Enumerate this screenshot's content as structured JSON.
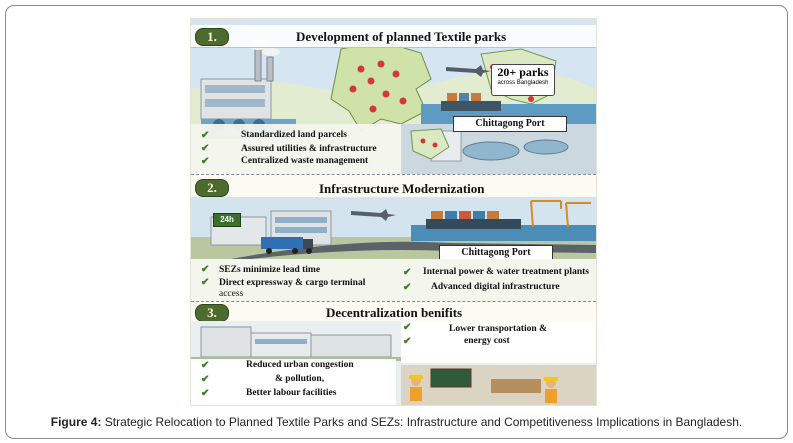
{
  "sections": [
    {
      "number": "1.",
      "title": "Development of planned Textile parks",
      "map_badge": "20+ parks",
      "map_badge_sub": "across Bangladesh",
      "port_label": "Chittagong Port",
      "bullets": [
        "Standardized land parcels",
        "Assured utilities & infrastructure",
        "Centralized waste management"
      ]
    },
    {
      "number": "2.",
      "title": "Infrastructure Modernization",
      "sign": "24h",
      "port_label": "Chittagong Port",
      "bullets_left": [
        "SEZs minimize lead time",
        "Direct expressway & cargo terminal",
        "access"
      ],
      "bullets_right": [
        "Internal power & water treatment plants",
        "Advanced digital infrastructure"
      ]
    },
    {
      "number": "3.",
      "title": "Decentralization benifits",
      "box_top": [
        "Lower transportation &",
        "energy cost"
      ],
      "box_bottom": [
        "Reduced urban congestion",
        "& pollution,",
        "Better labour facilities"
      ]
    }
  ],
  "caption": {
    "label": "Figure 4:",
    "text": " Strategic Relocation to Planned Textile Parks and SEZs: Infrastructure and Competitiveness Implications in Bangladesh."
  },
  "colors": {
    "badge": "#4d6b2f",
    "check": "#3c7a22",
    "sky": "#cfe3f0",
    "water": "#4a8fb8",
    "land": "#d9e7b8"
  }
}
